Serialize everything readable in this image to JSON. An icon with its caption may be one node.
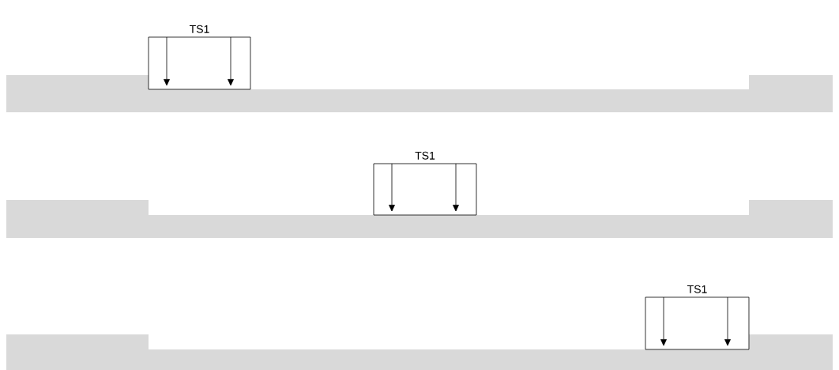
{
  "diagram": {
    "nodes": [
      {
        "text": [
          "TS1"
        ]
      },
      {
        "text": [
          "TS1"
        ]
      },
      {
        "text": [
          "TS1"
        ]
      }
    ]
  }
}
